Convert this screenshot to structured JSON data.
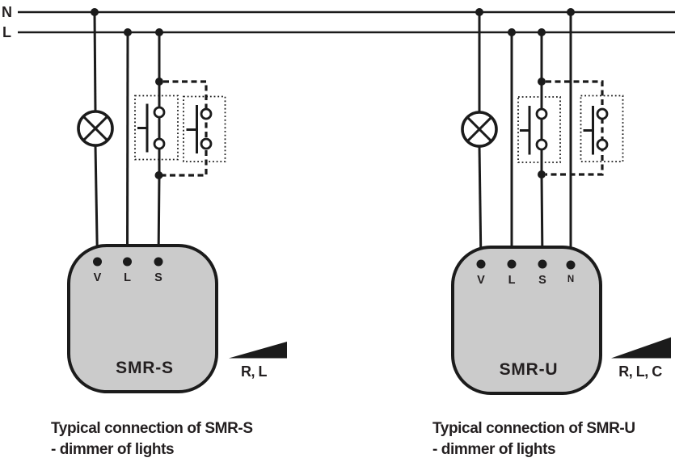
{
  "bus": {
    "neutral_label": "N",
    "phase_label": "L"
  },
  "left": {
    "module_name": "SMR-S",
    "terminals": [
      "V",
      "L",
      "S"
    ],
    "load_types": "R, L",
    "caption_line1": "Typical connection of SMR-S",
    "caption_line2": "- dimmer of lights"
  },
  "right": {
    "module_name": "SMR-U",
    "terminals": [
      "V",
      "L",
      "S",
      "N"
    ],
    "load_types": "R, L, C",
    "caption_line1": "Typical connection of SMR-U",
    "caption_line2": "- dimmer of lights"
  },
  "colors": {
    "wire": "#1b1b1b",
    "module_fill": "#cbcbcb",
    "text": "#231f20"
  }
}
